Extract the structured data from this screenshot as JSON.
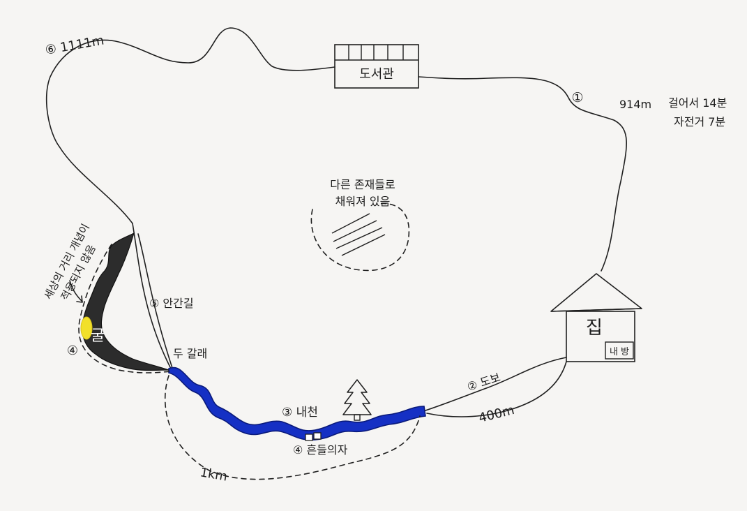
{
  "colors": {
    "paper": "#f6f5f3",
    "ink": "#1f1f1f",
    "river": "#1530c4",
    "cave": "#2c2c2c",
    "cave_light": "#f2e02a"
  },
  "places": {
    "library": {
      "label": "도서관",
      "icon": "library-building-icon"
    },
    "house": {
      "label": "집",
      "room": "내 방",
      "icon": "house-icon"
    },
    "cave": {
      "label": "굴",
      "icon": "cave-icon"
    },
    "tree": {
      "icon": "pine-tree-icon"
    },
    "bench": {
      "icon": "bench-icon"
    },
    "unknown_area": {
      "label_line1": "다른 존재들로",
      "label_line2": "채워져 있음"
    }
  },
  "routes": {
    "r1_marker": "①",
    "r1_distance": "914m",
    "r1_walk": "걸어서 14분",
    "r1_bike": "자전거 7분",
    "r2_label": "② 도보",
    "r2_distance": "400m",
    "r3_label": "③ 내천",
    "r4_bench_label": "④ 흔들의자",
    "r4_cave_marker": "④",
    "r5_label": "⑤ 안간길",
    "r6_label": "⑥ 1111m",
    "junction_label": "두 갈래",
    "dotted_distance": "1km"
  },
  "notes": {
    "cave_note_line1": "세상의 거리 개념이",
    "cave_note_line2": "적용되지 않음"
  }
}
